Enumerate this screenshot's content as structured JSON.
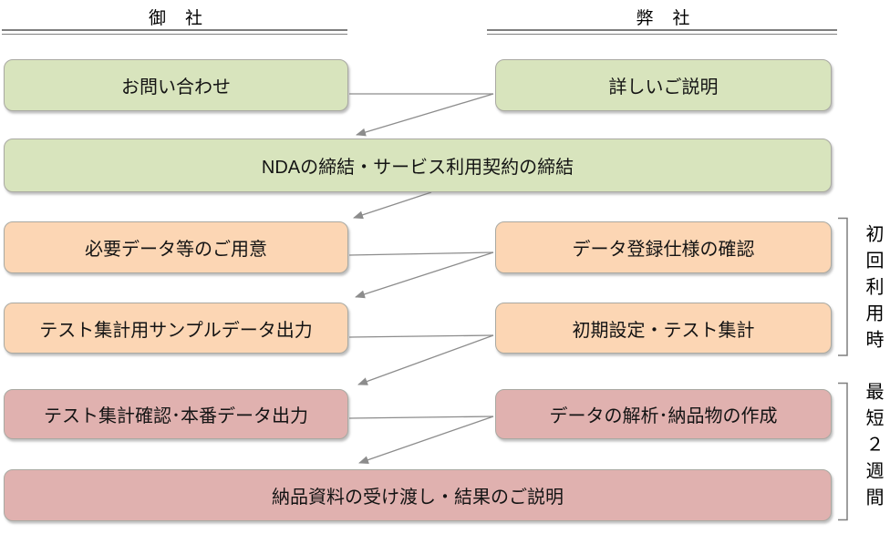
{
  "columns": {
    "left_header": "御　社",
    "right_header": "弊　社"
  },
  "boxes": {
    "inquiry": {
      "label": "お問い合わせ",
      "color": "green"
    },
    "explain": {
      "label": "詳しいご説明",
      "color": "green"
    },
    "nda": {
      "label": "NDAの締結・サービス利用契約の締結",
      "color": "green"
    },
    "prepare": {
      "label": "必要データ等のご用意",
      "color": "orange"
    },
    "spec": {
      "label": "データ登録仕様の確認",
      "color": "orange"
    },
    "sample": {
      "label": "テスト集計用サンプルデータ出力",
      "color": "orange"
    },
    "setup": {
      "label": "初期設定・テスト集計",
      "color": "orange"
    },
    "confirm": {
      "label": "テスト集計確認･本番データ出力",
      "color": "pink"
    },
    "analysis": {
      "label": "データの解析･納品物の作成",
      "color": "pink"
    },
    "delivery": {
      "label": "納品資料の受け渡し・結果のご説明",
      "color": "pink"
    }
  },
  "brackets": {
    "first_use": {
      "label": "初回利用時"
    },
    "min_two_weeks": {
      "label": "最短２週間"
    }
  },
  "colors": {
    "green": "#d8e4bd",
    "orange": "#fcd6b4",
    "pink": "#e0b1af",
    "connector": "#8c8c8c",
    "bracket": "#7f7f7f"
  }
}
